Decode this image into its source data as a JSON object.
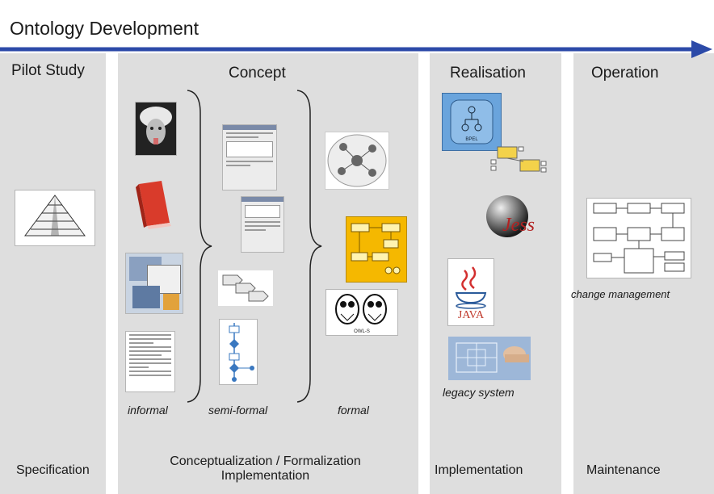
{
  "title": "Ontology Development",
  "phases": {
    "pilot": "Pilot Study",
    "concept": "Concept",
    "realisation": "Realisation",
    "operation": "Operation"
  },
  "bottom": {
    "specification": "Specification",
    "concept_line1": "Conceptualization / Formalization",
    "concept_line2": "Implementation",
    "implementation": "Implementation",
    "maintenance": "Maintenance"
  },
  "levels": {
    "informal": "informal",
    "semi_formal": "semi-formal",
    "formal": "formal"
  },
  "captions": {
    "change_management": "change management",
    "legacy_system": "legacy system"
  },
  "logos": {
    "bpel": "BPEL",
    "java": "JAVA",
    "jess": "Jess",
    "owl": "OWL-S"
  },
  "colors": {
    "arrow": "#2c4aa8",
    "column_bg": "#dedede",
    "formal_bg": "#f5b800",
    "bpel_bg": "#6aa4dc"
  }
}
